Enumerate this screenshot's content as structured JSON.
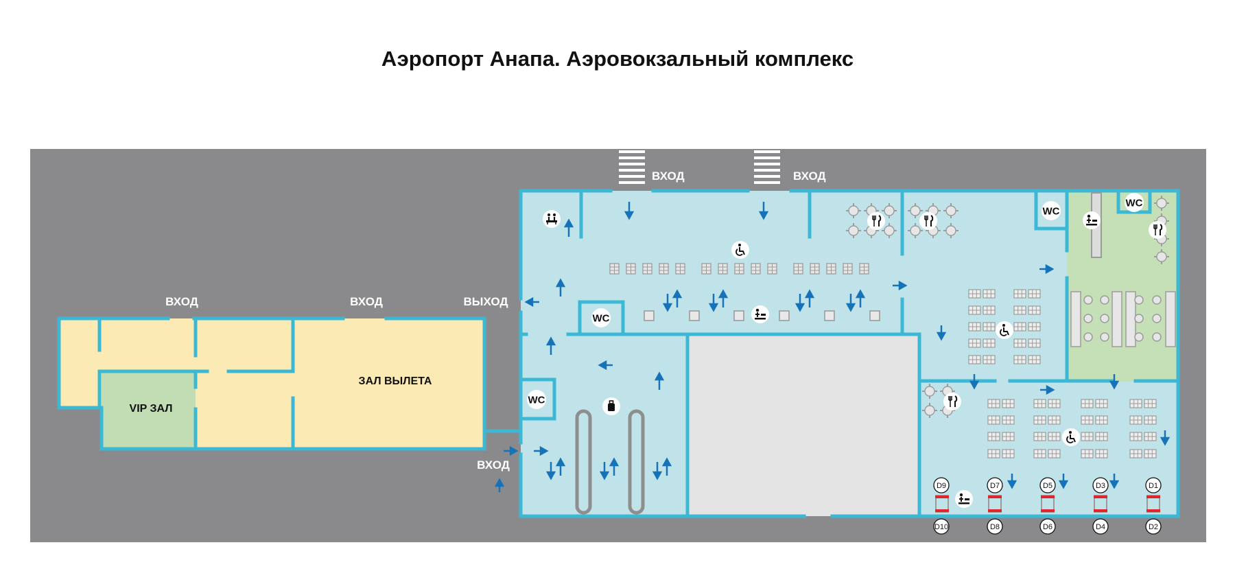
{
  "title": "Аэропорт Анапа. Аэровокзальный комплекс",
  "labels": {
    "entrance": "ВХОД",
    "exit": "ВЫХОД",
    "vip_hall": "VIP ЗАЛ",
    "departure_hall": "ЗАЛ ВЫЛЕТА",
    "wc": "WC"
  },
  "gates_top": [
    "D9",
    "D7",
    "D5",
    "D3",
    "D1"
  ],
  "gates_bottom": [
    "D10",
    "D8",
    "D6",
    "D4",
    "D2"
  ],
  "colors": {
    "ground": "#8a8a8c",
    "terminal": "#c0e3ea",
    "wall": "#3cb8d4",
    "departure_building": "#fceab4",
    "vip": "#c2dcb4",
    "food_court": "#c5e0b6",
    "closed_area": "#e4e4e4",
    "arrow": "#1673b8",
    "furniture": "#9b9b9b",
    "gate_bar": "#e0252d"
  },
  "icons": [
    "wc-icon",
    "restaurant-icon",
    "wheelchair-icon",
    "baby-room-icon",
    "baggage-icon",
    "info-desk-icon",
    "direction-arrow-icon",
    "stairs-icon",
    "gate-icon"
  ]
}
